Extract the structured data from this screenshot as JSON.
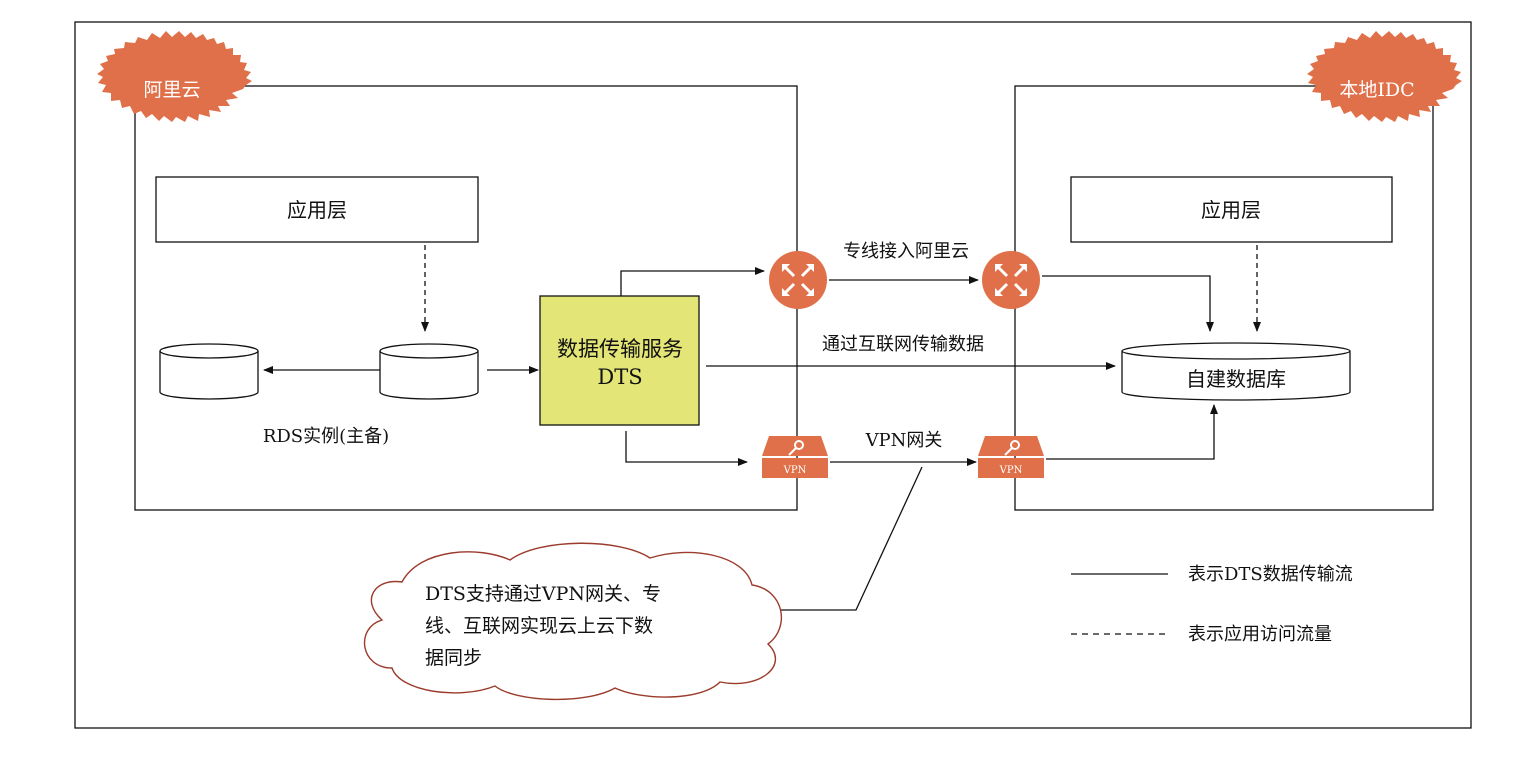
{
  "colors": {
    "accent_orange": "#e07049",
    "dts_fill": "#e3e576",
    "cloud_stroke": "#9b3b2b",
    "line": "#111111"
  },
  "regions": {
    "aliyun": {
      "badge": "阿里云"
    },
    "idc": {
      "badge": "本地IDC"
    }
  },
  "aliyun": {
    "app_layer": "应用层",
    "rds_label": "RDS实例(主备)"
  },
  "dts": {
    "line1": "数据传输服务",
    "line2": "DTS"
  },
  "idc": {
    "app_layer": "应用层",
    "db_label": "自建数据库"
  },
  "links": {
    "dedicated_line": "专线接入阿里云",
    "internet": "通过互联网传输数据",
    "vpn_gateway": "VPN网关"
  },
  "icons": {
    "router": "router-icon",
    "vpn": "vpn-gateway-icon",
    "vpn_text": "VPN"
  },
  "note": {
    "line1": "DTS支持通过VPN网关、专",
    "line2": "线、互联网实现云上云下数",
    "line3": "据同步"
  },
  "legend": {
    "solid": "表示DTS数据传输流",
    "dashed": "表示应用访问流量"
  }
}
